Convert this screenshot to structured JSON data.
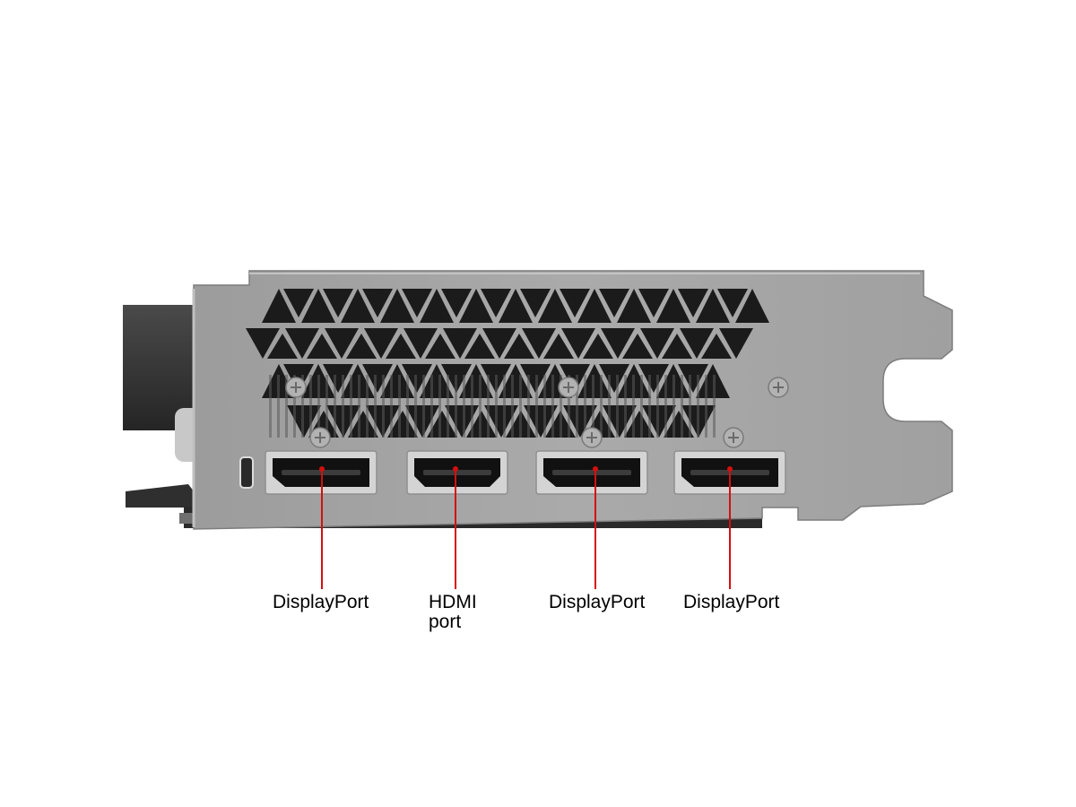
{
  "colors": {
    "bracket": "#a3a3a3",
    "bracket_edge": "#8a8a8a",
    "vent": "#1b1b1b",
    "port_shell": "#d4d4d4",
    "port_inner": "#111111",
    "callout_line": "#d50f0f",
    "pcb": "#2b2b2b",
    "shroud": "#3a3a3a"
  },
  "callouts": [
    {
      "label": "DisplayPort",
      "icon": "displayport-connector-icon"
    },
    {
      "label": "HDMI\nport",
      "icon": "hdmi-connector-icon"
    },
    {
      "label": "DisplayPort",
      "icon": "displayport-connector-icon"
    },
    {
      "label": "DisplayPort",
      "icon": "displayport-connector-icon"
    }
  ]
}
